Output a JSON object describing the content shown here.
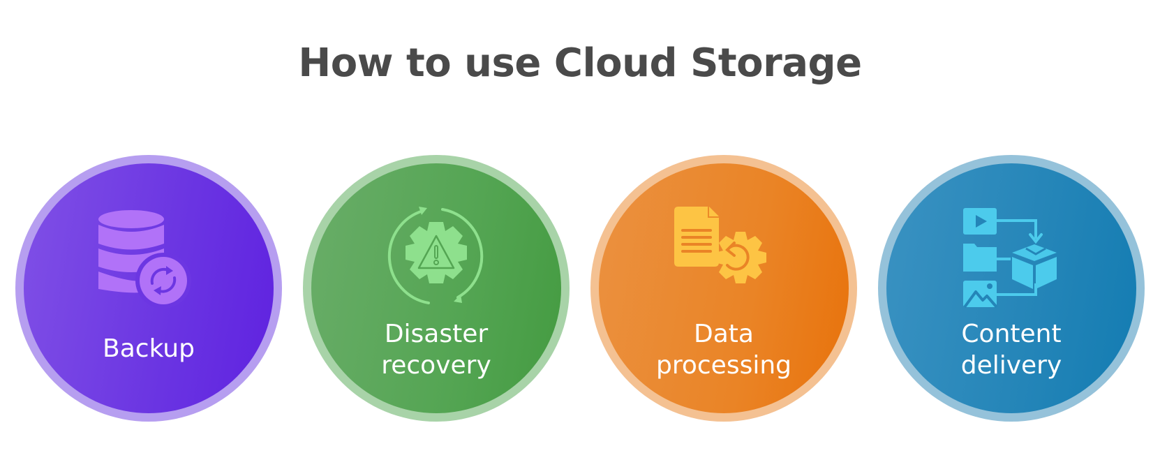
{
  "title": "How to use Cloud Storage",
  "items": [
    {
      "id": "backup",
      "label_lines": [
        "Backup"
      ],
      "icon": "database-sync-icon",
      "color": "#6a34e2",
      "ring_color": "#b69ef0",
      "icon_color": "#b172f8"
    },
    {
      "id": "disaster-recovery",
      "label_lines": [
        "Disaster",
        "recovery"
      ],
      "icon": "gear-warning-cycle-icon",
      "color": "#54a553",
      "ring_color": "#a8d3a8",
      "icon_color": "#8ee08d"
    },
    {
      "id": "data-processing",
      "label_lines": [
        "Data",
        "processing"
      ],
      "icon": "document-gear-icon",
      "color": "#ea8426",
      "ring_color": "#f4c192",
      "icon_color": "#fdc444"
    },
    {
      "id": "content-delivery",
      "label_lines": [
        "Content",
        "delivery"
      ],
      "icon": "media-to-box-icon",
      "color": "#2485b8",
      "ring_color": "#95c2da",
      "icon_color": "#4ccbec"
    }
  ]
}
